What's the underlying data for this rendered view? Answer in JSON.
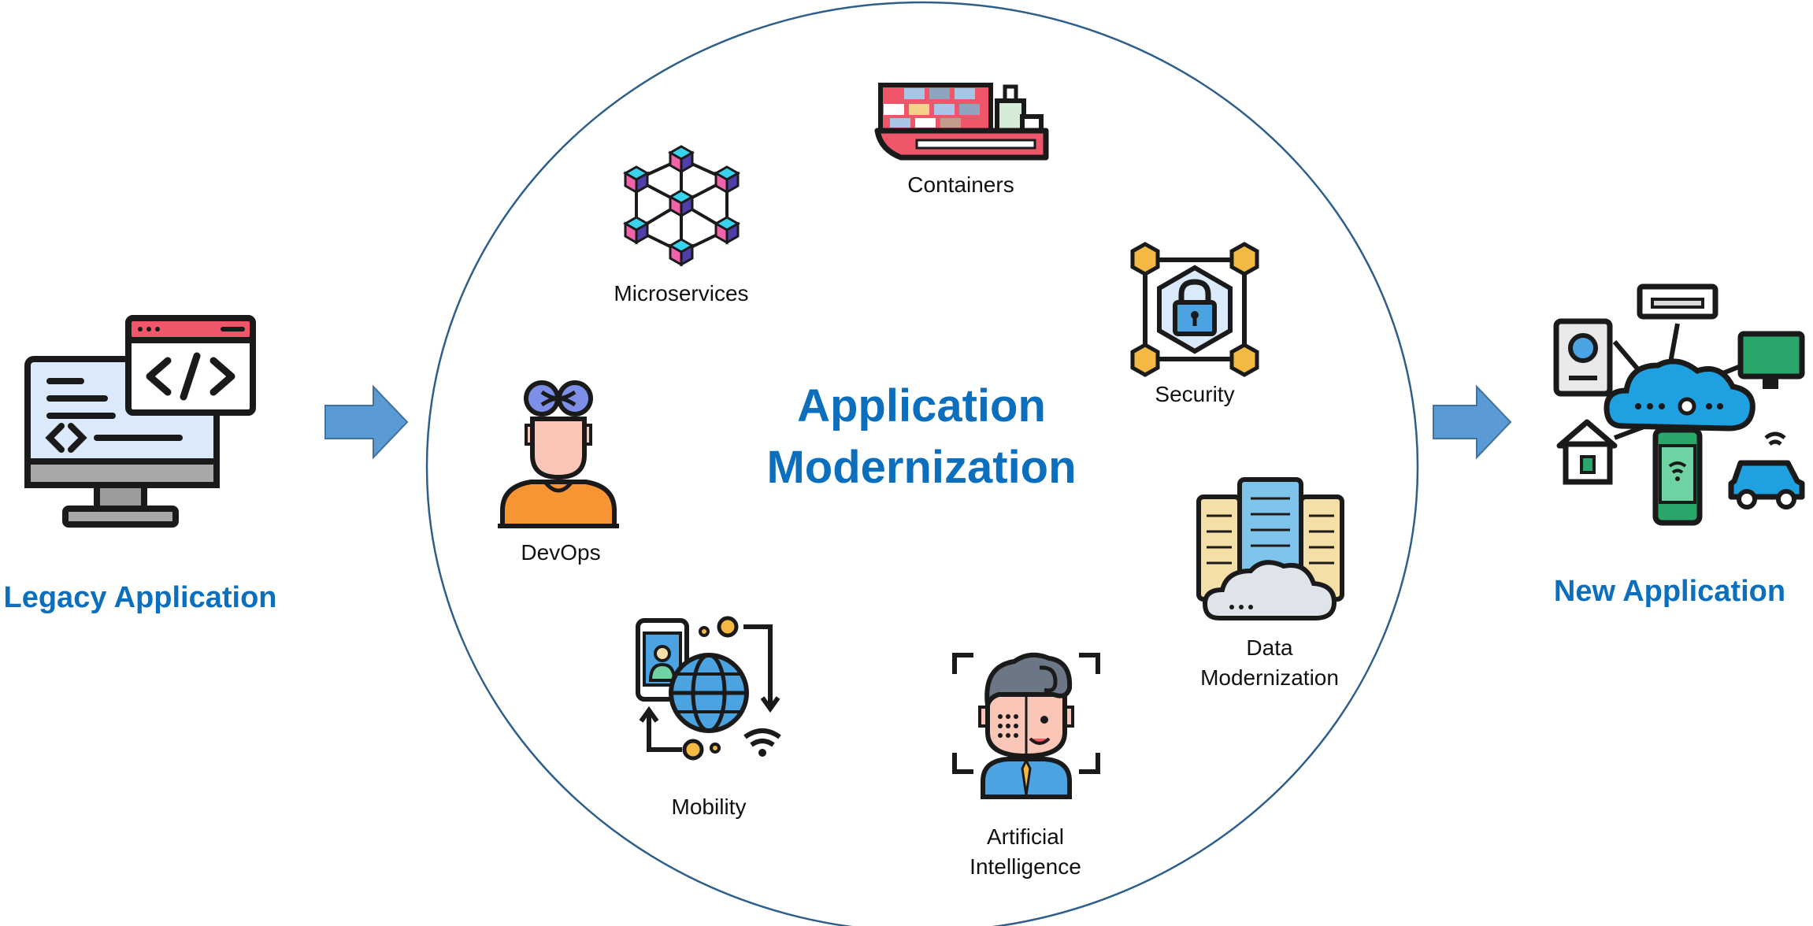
{
  "diagram": {
    "left": {
      "title": "Legacy Application",
      "icon": "legacy-code-monitor-icon"
    },
    "right": {
      "title": "New Application",
      "icon": "cloud-connected-devices-icon"
    },
    "center": {
      "title_line1": "Application",
      "title_line2": "Modernization"
    },
    "items": {
      "containers": {
        "label": "Containers",
        "icon": "container-ship-icon"
      },
      "microservices": {
        "label": "Microservices",
        "icon": "microservices-network-icon"
      },
      "security": {
        "label": "Security",
        "icon": "security-lock-icon"
      },
      "devops": {
        "label": "DevOps",
        "icon": "devops-person-icon"
      },
      "data_modernization": {
        "label_line1": "Data",
        "label_line2": "Modernization",
        "icon": "server-cloud-icon"
      },
      "mobility": {
        "label": "Mobility",
        "icon": "mobility-globe-icon"
      },
      "ai": {
        "label_line1": "Artificial",
        "label_line2": "Intelligence",
        "icon": "ai-face-scan-icon"
      }
    }
  },
  "colors": {
    "title_blue": "#0b6fbd",
    "arrow_blue": "#5b9bd5",
    "circle_stroke": "#2e5f8a"
  }
}
